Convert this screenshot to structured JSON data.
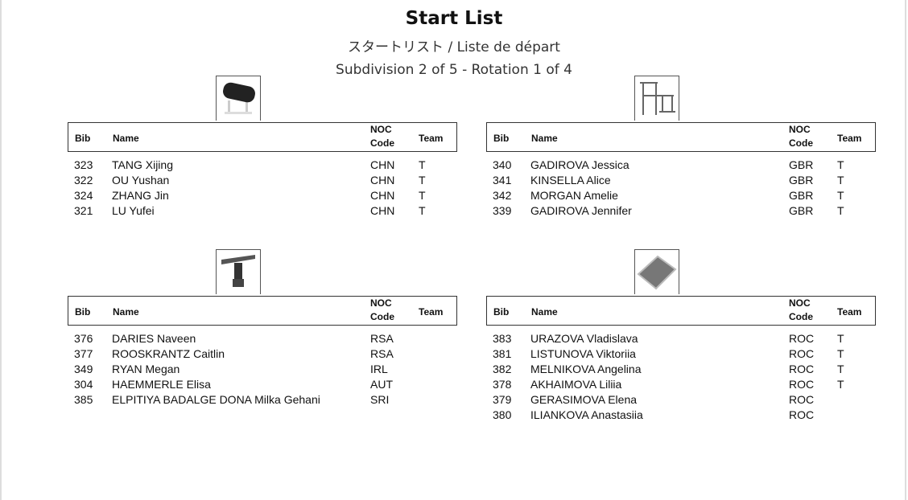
{
  "header": {
    "title": "Start List",
    "subtitle": "スタートリスト / Liste de départ",
    "subdivision": "Subdivision 2 of 5 - Rotation 1 of 4"
  },
  "columns": {
    "bib": "Bib",
    "name": "Name",
    "noc1": "NOC",
    "noc2": "Code",
    "team": "Team"
  },
  "groups": [
    {
      "apparatus": "pommel-horse-icon",
      "rows": [
        {
          "bib": "323",
          "name": "TANG Xijing",
          "noc": "CHN",
          "team": "T"
        },
        {
          "bib": "322",
          "name": "OU Yushan",
          "noc": "CHN",
          "team": "T"
        },
        {
          "bib": "324",
          "name": "ZHANG Jin",
          "noc": "CHN",
          "team": "T"
        },
        {
          "bib": "321",
          "name": "LU Yufei",
          "noc": "CHN",
          "team": "T"
        }
      ]
    },
    {
      "apparatus": "uneven-bars-icon",
      "rows": [
        {
          "bib": "340",
          "name": "GADIROVA Jessica",
          "noc": "GBR",
          "team": "T"
        },
        {
          "bib": "341",
          "name": "KINSELLA Alice",
          "noc": "GBR",
          "team": "T"
        },
        {
          "bib": "342",
          "name": "MORGAN Amelie",
          "noc": "GBR",
          "team": "T"
        },
        {
          "bib": "339",
          "name": "GADIROVA Jennifer",
          "noc": "GBR",
          "team": "T"
        }
      ]
    },
    {
      "apparatus": "balance-beam-icon",
      "rows": [
        {
          "bib": "376",
          "name": "DARIES Naveen",
          "noc": "RSA",
          "team": ""
        },
        {
          "bib": "377",
          "name": "ROOSKRANTZ Caitlin",
          "noc": "RSA",
          "team": ""
        },
        {
          "bib": "349",
          "name": "RYAN Megan",
          "noc": "IRL",
          "team": ""
        },
        {
          "bib": "304",
          "name": "HAEMMERLE Elisa",
          "noc": "AUT",
          "team": ""
        },
        {
          "bib": "385",
          "name": "ELPITIYA BADALGE DONA Milka Gehani",
          "noc": "SRI",
          "team": ""
        }
      ]
    },
    {
      "apparatus": "floor-exercise-icon",
      "rows": [
        {
          "bib": "383",
          "name": "URAZOVA Vladislava",
          "noc": "ROC",
          "team": "T"
        },
        {
          "bib": "381",
          "name": "LISTUNOVA Viktoriia",
          "noc": "ROC",
          "team": "T"
        },
        {
          "bib": "382",
          "name": "MELNIKOVA Angelina",
          "noc": "ROC",
          "team": "T"
        },
        {
          "bib": "378",
          "name": "AKHAIMOVA Liliia",
          "noc": "ROC",
          "team": "T"
        },
        {
          "bib": "379",
          "name": "GERASIMOVA Elena",
          "noc": "ROC",
          "team": ""
        },
        {
          "bib": "380",
          "name": "ILIANKOVA Anastasiia",
          "noc": "ROC",
          "team": ""
        }
      ]
    }
  ]
}
